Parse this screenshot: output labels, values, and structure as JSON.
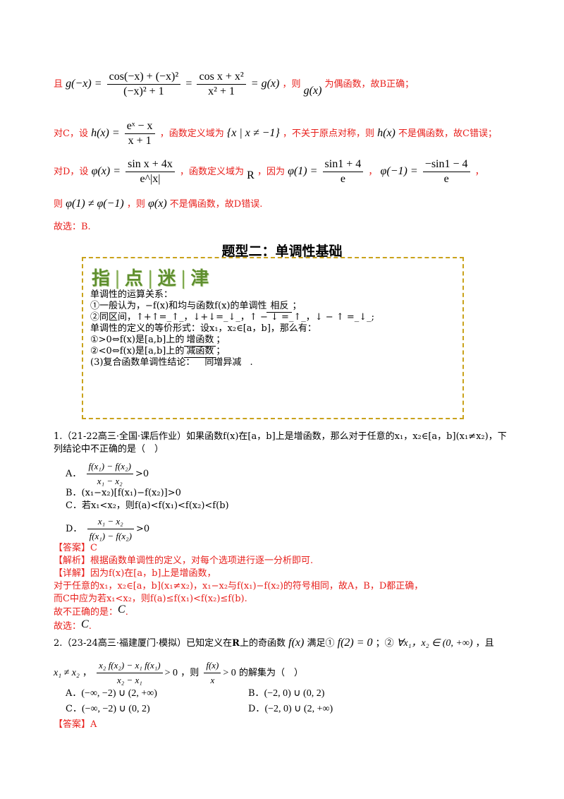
{
  "solution": {
    "g_line": {
      "prefix": "且",
      "lhs": "g(−x) =",
      "f1_num": "cos(−x) + (−x)²",
      "f1_den": "(−x)² + 1",
      "eq1": "=",
      "f2_num": "cos x + x²",
      "f2_den": "x² + 1",
      "eq2": "= g(x)",
      "comma": "，则",
      "gx": "g(x)",
      "tail": "为偶函数，故B正确；"
    },
    "c_line": {
      "prefix": "对C，设",
      "hx": "h(x) =",
      "num": "eˣ − x",
      "den": "x + 1",
      "mid": "，函数定义域为",
      "domain": "{x | x ≠ −1}",
      "mid2": "，不关于原点对称，则",
      "hx2": "h(x)",
      "tail": "不是偶函数，故C错误；"
    },
    "d_line": {
      "prefix": "对D，设",
      "phix": "φ(x) =",
      "num": "sin x + 4x",
      "den": "e^|x|",
      "mid": "，函数定义域为",
      "domain": "R",
      "mid2": "，因为",
      "phi1": "φ(1) =",
      "phi1_num": "sin1 + 4",
      "phi1_den": "e",
      "sep": "，",
      "phim1": "φ(−1) =",
      "phim1_num": "−sin1 − 4",
      "phim1_den": "e",
      "tail": "，"
    },
    "then_line": {
      "prefix": "则",
      "neq": "φ(1) ≠ φ(−1)",
      "mid": "，则",
      "phix": "φ(x)",
      "tail": "不是偶函数，故D错误."
    },
    "choose": "故选：B."
  },
  "section_title": "题型二：单调性基础",
  "tips": {
    "header": [
      "指",
      "点",
      "迷",
      "津"
    ],
    "header_sep": "|",
    "l1": "单调性的运算关系：",
    "l2_a": "①一般认为，−f(x)和均与函数f(x)的单调性",
    "l2_blank": "相反",
    "l2_b": "；",
    "l3": "②同区间，↑+↑=_↑_，↓+↓=_↓_，↑ − ↓ =_↑_，↓ − ↑ =_↓_;",
    "l4": "单调性的定义的等价形式：设x₁，x₂∈[a，b]，那么有：",
    "l5_a": "①>0⇔f(x)是[a,b]上的",
    "l5_blank": "增函数",
    "l5_b": "；",
    "l6_a": "②<0⇔f(x)是[a,b]上的",
    "l6_blank": "减函数",
    "l6_b": "；",
    "l7_a": "(3)复合函数单调性结论：",
    "l7_blank": "同增异减",
    "l7_b": "."
  },
  "q1": {
    "stem1": "1.（21-22高三·全国·课后作业）如果函数f(x)在[a，b]上是增函数，那么对于任意的x₁，x₂∈[a，b](x₁≠x₂)，下",
    "stem2": "列结论中不正确的是（　）",
    "A_label": "A．",
    "A_num": "f(x₁) − f(x₂)",
    "A_den": "x₁ − x₂",
    "A_tail": ">0",
    "B": "B．(x₁−x₂)[f(x₁)−f(x₂)]>0",
    "C": "C．若x₁<x₂，则f(a)<f(x₁)<f(x₂)<f(b)",
    "D_label": "D．",
    "D_num": "x₁ − x₂",
    "D_den": "f(x₁) − f(x₂)",
    "D_tail": ">0",
    "answer": "【答案】C",
    "analysis": "【解析】根据函数单调性的定义，对每个选项进行逐一分析即可.",
    "detail1": "【详解】因为f(x)在[a，b]上是增函数，",
    "detail2": "对于任意的x₁，x₂∈[a，b](x₁≠x₂)，x₁−x₂与f(x₁)−f(x₂)的符号相同，故A，B，D都正确，",
    "detail3": "而C中应为若x₁<x₂，则f(a)≤f(x₁)<f(x₂)≤f(b).",
    "detail4_a": "故不正确的是：",
    "detail4_b": "C",
    "detail4_c": ".",
    "choose_a": "故选：",
    "choose_b": "C",
    "choose_c": "."
  },
  "q2": {
    "stem1_a": "2.（23-24高三·福建厦门·模拟）已知定义在",
    "stem1_R": "R",
    "stem1_b": "上的奇函数",
    "stem1_fx": "f(x)",
    "stem1_c": "满足①",
    "stem1_f2": "f(2) = 0",
    "stem1_d": "；②",
    "stem1_forall": "∀x₁，x₂ ∈ (0, +∞)",
    "stem1_e": "，且",
    "stem2_a": "x₁ ≠ x₂",
    "stem2_b": "，",
    "cond_num": "x₂ f(x₂) − x₁ f(x₁)",
    "cond_den": "x₂ − x₁",
    "cond_tail": "> 0",
    "stem2_c": "，则",
    "ineq_num": "f(x)",
    "ineq_den": "x",
    "ineq_tail": "> 0",
    "stem2_d": "的解集为（　）",
    "A": "A．",
    "A_val": "(−∞, −2) ∪ (2, +∞)",
    "B": "B．",
    "B_val": "(−2, 0) ∪ (0, 2)",
    "C": "C．",
    "C_val": "(−∞, −2) ∪ (0, 2)",
    "D": "D．",
    "D_val": "(−2, 0) ∪ (2, +∞)",
    "answer": "【答案】A"
  },
  "colors": {
    "red": "#e8201c",
    "tip_green": "#5f8f2e",
    "dash_gold": "#c9a21b"
  }
}
